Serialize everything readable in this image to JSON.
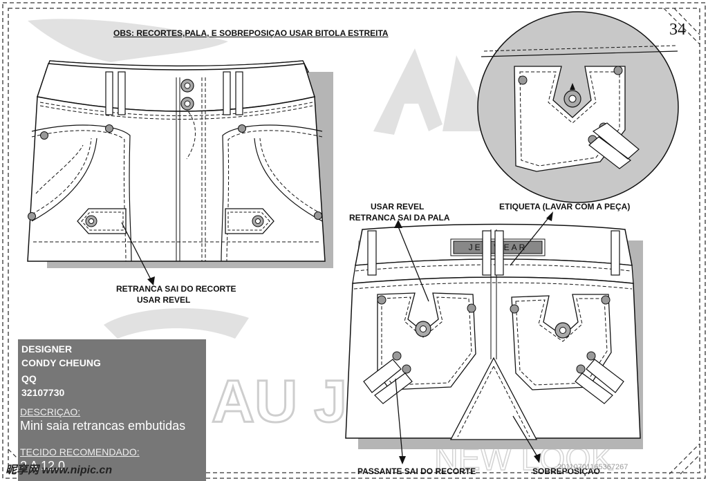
{
  "page_number": "34",
  "header_note": "OBS: RECORTES,PALA, E SOBREPOSIÇAO USAR BITOLA ESTREITA",
  "front_callout": {
    "line1": "RETRANCA SAI DO RECORTE",
    "line2": "USAR REVEL"
  },
  "back_callouts": {
    "revel": {
      "line1": "USAR REVEL",
      "line2": "RETRANCA SAI DA PALA"
    },
    "label": "ETIQUETA (LAVAR COM A PEÇA)",
    "passante": "PASSANTE SAI DO RECORTE",
    "overlap": "SOBREPOSIÇAO"
  },
  "back_label_patch": "JEA   WEAR",
  "info_panel": {
    "designer_heading": "DESIGNER",
    "designer_name": "CONDY CHEUNG",
    "qq_heading": "QQ",
    "qq_number": "32107730",
    "description_heading": "DESCRIÇAO:",
    "description": "Mini saia retrancas embutidas",
    "fabric_heading": "TECIDO RECOMENDADO:",
    "fabric_value": "2 A 12.0"
  },
  "background_watermark": {
    "brand": "AU JE",
    "tagline": "NEW LOOK"
  },
  "site_watermark": {
    "text": "昵享网 www.nipic.cn",
    "id": "20110701165367267"
  },
  "colors": {
    "panel": "#777777",
    "shading": "#c8c8c8",
    "outline": "#1a1a1a",
    "rivet": "#999999"
  }
}
